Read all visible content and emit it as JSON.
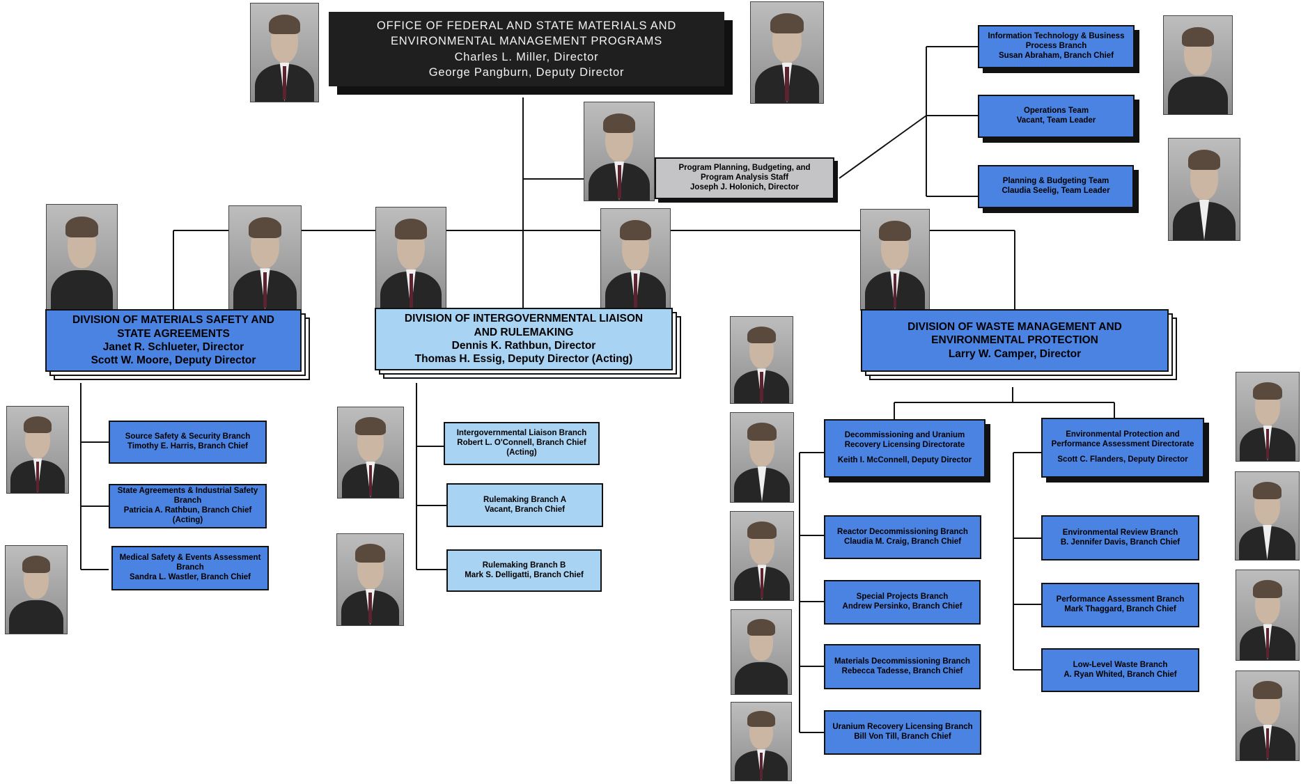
{
  "colors": {
    "navy_box": "#1f1f1f",
    "blue_box": "#4b83e2",
    "light_blue_box": "#a9d3f2",
    "staff_box": "#c4c4c6",
    "lines": "#111111"
  },
  "office": {
    "title_line1": "OFFICE OF FEDERAL AND STATE MATERIALS AND",
    "title_line2": "ENVIRONMENTAL MANAGEMENT PROGRAMS",
    "director": "Charles L. Miller, Director",
    "deputy": "George Pangburn, Deputy Director"
  },
  "staff": {
    "line1": "Program Planning, Budgeting, and",
    "line2": "Program Analysis Staff",
    "line3": "Joseph J. Holonich, Director"
  },
  "teams": [
    {
      "line1": "Information Technology & Business",
      "line2": "Process Branch",
      "line3": "Susan Abraham, Branch Chief"
    },
    {
      "line1": "Operations Team",
      "line2": "Vacant, Team Leader",
      "line3": ""
    },
    {
      "line1": "Planning & Budgeting Team",
      "line2": "Claudia Seelig, Team Leader",
      "line3": ""
    }
  ],
  "divisions": {
    "msa": {
      "line1": "DIVISION OF MATERIALS SAFETY AND",
      "line2": "STATE AGREEMENTS",
      "line3": "Janet R. Schlueter, Director",
      "line4": "Scott W. Moore, Deputy Director"
    },
    "ilr": {
      "line1": "DIVISION OF INTERGOVERNMENTAL LIAISON",
      "line2": "AND RULEMAKING",
      "line3": "Dennis K. Rathbun, Director",
      "line4": "Thomas H. Essig, Deputy Director (Acting)"
    },
    "wmep": {
      "line1": "DIVISION OF WASTE MANAGEMENT AND",
      "line2": "ENVIRONMENTAL PROTECTION",
      "line3": "Larry W. Camper, Director",
      "line4": ""
    }
  },
  "msa_branches": [
    {
      "line1": "Source Safety & Security Branch",
      "line2": "Timothy E. Harris, Branch Chief",
      "line3": "",
      "line4": ""
    },
    {
      "line1": "State Agreements & Industrial Safety",
      "line2": "Branch",
      "line3": "Patricia A. Rathbun, Branch Chief",
      "line4": "(Acting)"
    },
    {
      "line1": "Medical Safety & Events Assessment",
      "line2": "Branch",
      "line3": "Sandra L. Wastler, Branch Chief",
      "line4": ""
    }
  ],
  "ilr_branches": [
    {
      "line1": "Intergovernmental Liaison Branch",
      "line2": "Robert L. O'Connell, Branch Chief",
      "line3": "(Acting)"
    },
    {
      "line1": "Rulemaking Branch A",
      "line2": "Vacant, Branch Chief",
      "line3": ""
    },
    {
      "line1": "Rulemaking Branch B",
      "line2": "Mark S. Delligatti, Branch Chief",
      "line3": ""
    }
  ],
  "directorates": [
    {
      "line1": "Decommissioning and Uranium",
      "line2": "Recovery Licensing Directorate",
      "line3": "Keith I. McConnell, Deputy Director"
    },
    {
      "line1": "Environmental Protection and",
      "line2": "Performance Assessment Directorate",
      "line3": "Scott C. Flanders, Deputy Director"
    }
  ],
  "durl_branches": [
    {
      "line1": "Reactor Decommissioning Branch",
      "line2": "Claudia M. Craig, Branch Chief"
    },
    {
      "line1": "Special Projects Branch",
      "line2": "Andrew Persinko, Branch Chief"
    },
    {
      "line1": "Materials Decommissioning Branch",
      "line2": "Rebecca Tadesse, Branch Chief"
    },
    {
      "line1": "Uranium Recovery Licensing Branch",
      "line2": "Bill Von Till, Branch Chief"
    }
  ],
  "epad_branches": [
    {
      "line1": "Environmental Review Branch",
      "line2": "B. Jennifer Davis, Branch Chief"
    },
    {
      "line1": "Performance Assessment Branch",
      "line2": "Mark Thaggard, Branch Chief"
    },
    {
      "line1": "Low-Level Waste Branch",
      "line2": "A. Ryan Whited, Branch Chief"
    }
  ]
}
